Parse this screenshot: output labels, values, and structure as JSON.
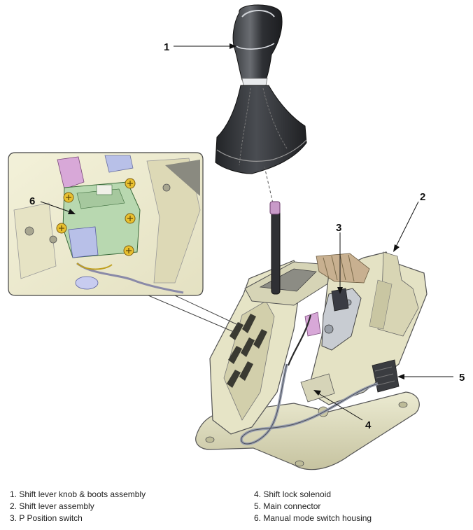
{
  "callouts": {
    "c1": "1",
    "c2": "2",
    "c3": "3",
    "c4": "4",
    "c5": "5",
    "c6": "6"
  },
  "legend": {
    "left": [
      "1. Shift lever knob & boots assembly",
      "2. Shift lever assembly",
      "3. P Position switch"
    ],
    "right": [
      "4. Shift lock solenoid",
      "5. Main connector",
      "6. Manual mode switch housing"
    ]
  },
  "colors": {
    "housing": "#e8e6c8",
    "housing_shadow": "#c9c6a2",
    "boot": "#2b2d30",
    "connector": "#b8d8b0",
    "accent_pink": "#d8a8d8",
    "accent_blue": "#b8c0e8",
    "bracket": "#c8b090"
  }
}
